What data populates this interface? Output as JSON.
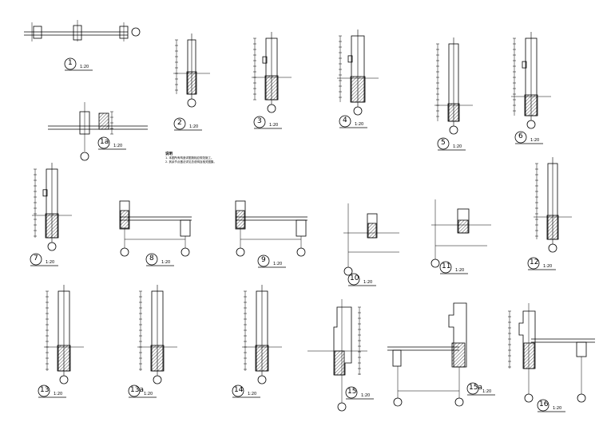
{
  "sheet": {
    "details": [
      {
        "id": "1",
        "scale": "1:20"
      },
      {
        "id": "1a",
        "scale": "1:20"
      },
      {
        "id": "2",
        "scale": "1:20"
      },
      {
        "id": "3",
        "scale": "1:20"
      },
      {
        "id": "4",
        "scale": "1:20"
      },
      {
        "id": "5",
        "scale": "1:20"
      },
      {
        "id": "6",
        "scale": "1:20"
      },
      {
        "id": "7",
        "scale": "1:20"
      },
      {
        "id": "8",
        "scale": "1:20"
      },
      {
        "id": "9",
        "scale": "1:20"
      },
      {
        "id": "10",
        "scale": "1:20"
      },
      {
        "id": "11",
        "scale": "1:20"
      },
      {
        "id": "12",
        "scale": "1:20"
      },
      {
        "id": "13",
        "scale": "1:20"
      },
      {
        "id": "13a",
        "scale": "1:20"
      },
      {
        "id": "14",
        "scale": "1:20"
      },
      {
        "id": "15",
        "scale": "1:20"
      },
      {
        "id": "15a",
        "scale": "1:20"
      },
      {
        "id": "16",
        "scale": "1:20"
      }
    ],
    "notes": {
      "title": "说明",
      "lines": [
        "1. 本图所有构造详图按相应规范施工。",
        "2. 其余节点做法详见总说明及相关图集。"
      ]
    }
  }
}
